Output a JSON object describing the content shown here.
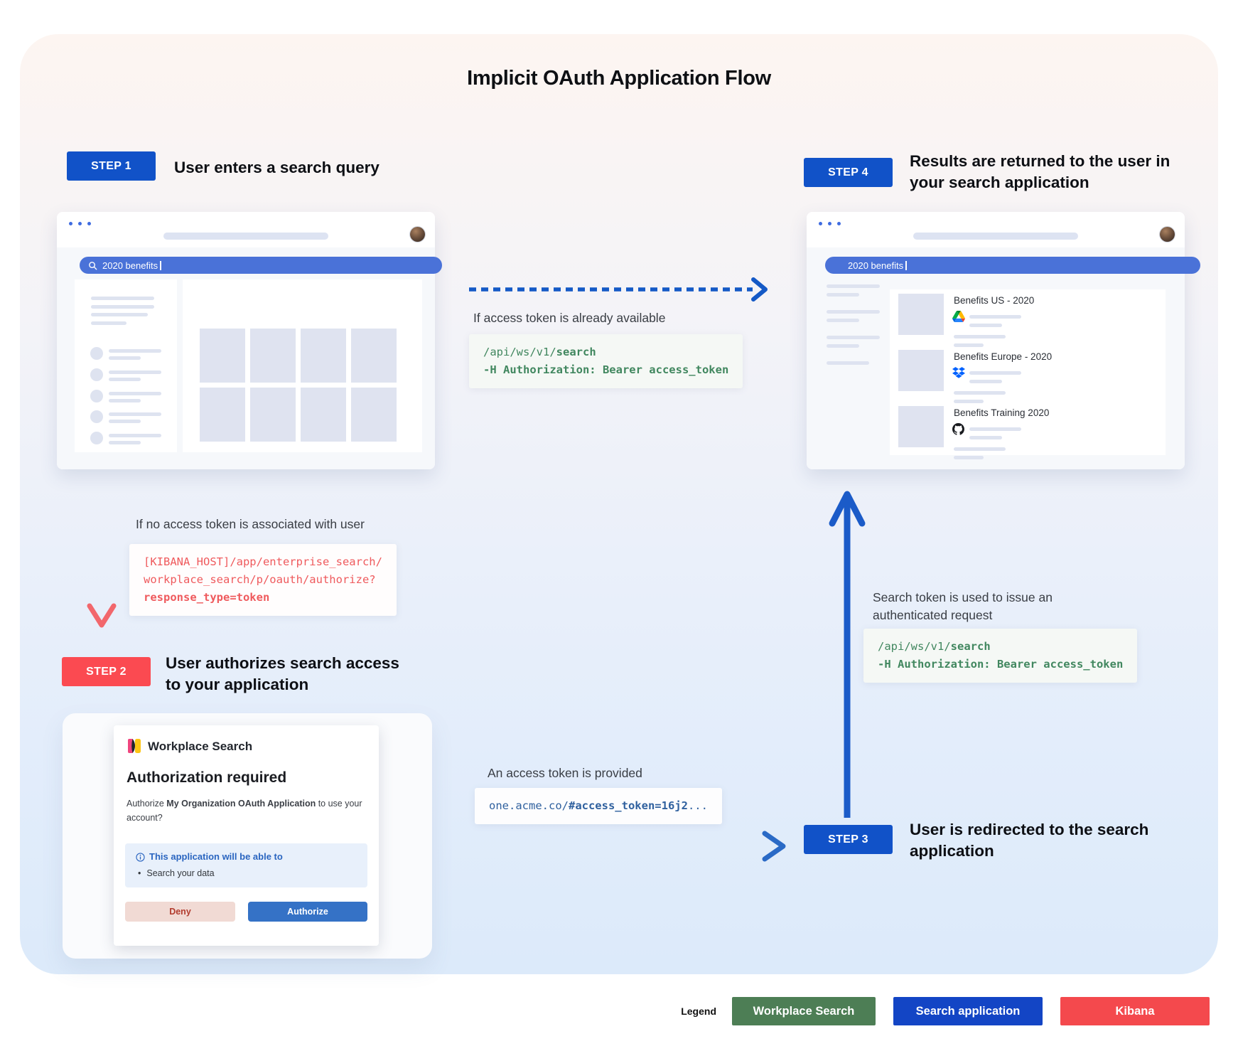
{
  "title": "Implicit OAuth Application Flow",
  "step1": {
    "badge": "STEP 1",
    "label": "User enters a search query"
  },
  "step2": {
    "badge": "STEP 2",
    "label": "User authorizes search access to your application"
  },
  "step3": {
    "badge": "STEP 3",
    "label": "User is redirected to the search application"
  },
  "step4": {
    "badge": "STEP 4",
    "label": "Results are returned to the user in your search application"
  },
  "browser1": {
    "search_query": "2020 benefits"
  },
  "browser2": {
    "search_query": "2020 benefits",
    "results": [
      {
        "title": "Benefits US - 2020",
        "source": "google-drive"
      },
      {
        "title": "Benefits Europe - 2020",
        "source": "dropbox"
      },
      {
        "title": "Benefits Training 2020",
        "source": "github"
      }
    ]
  },
  "annotations": {
    "token_available": "If access token is already available",
    "no_token": "If no access token is associated with user",
    "token_provided": "An access token is provided",
    "authenticated_request": "Search token is used to issue an authenticated request"
  },
  "code_api": {
    "line1_pre": "/api/ws/v1/",
    "line1_bold": "search",
    "line2_bold": "-H Authorization: Bearer access_token"
  },
  "code_kibana": {
    "line1": "[KIBANA_HOST]/app/enterprise_search/",
    "line2": "workplace_search/p/oauth/authorize?",
    "line3_bold": "response_type=token"
  },
  "code_redirect": {
    "pre": "one.acme.co/",
    "bold": "#access_token=16j2",
    "post": "..."
  },
  "auth_dialog": {
    "brand": "Workplace Search",
    "heading": "Authorization required",
    "body_pre": "Authorize ",
    "body_bold": "My Organization OAuth Application",
    "body_post": " to use your account?",
    "scope_title": "This application will be able to",
    "scope_item": "Search your data",
    "deny_label": "Deny",
    "authorize_label": "Authorize"
  },
  "legend": {
    "label": "Legend",
    "items": [
      {
        "label": "Workplace Search",
        "color": "#4d7e55"
      },
      {
        "label": "Search application",
        "color": "#1345c5"
      },
      {
        "label": "Kibana",
        "color": "#f4494d"
      }
    ]
  },
  "colors": {
    "step_blue": "#1152c8",
    "step_red": "#fb4a51",
    "search_bar_blue": "#4a72d8",
    "arrow_blue": "#1459c6",
    "arrow_red": "#f2676c",
    "code_green": "#41875f",
    "code_red": "#ef5a5d",
    "code_blue": "#30619f"
  }
}
